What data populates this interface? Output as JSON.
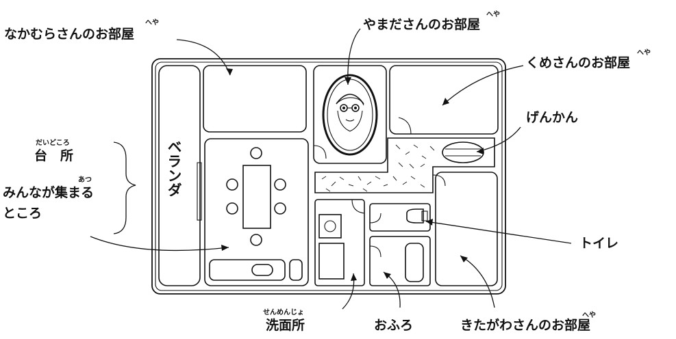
{
  "labels": {
    "nakamura": "なかむらさんのお部屋",
    "yamada": "やまださんのお部屋",
    "kume": "くめさんのお部屋",
    "genkan": "げんかん",
    "daidokoro": "台　所",
    "daidokoro_ruby": "だいどころ",
    "minna_line1": "みんなが集まる",
    "minna_line2": "ところ",
    "atsu_ruby": "あつ",
    "veranda": "ベランダ",
    "toilet": "トイレ",
    "senmenjo": "洗面所",
    "senmenjo_ruby": "せんめんじょ",
    "ofuro": "おふろ",
    "kitagawa": "きたがわさんのお部屋",
    "heya_ruby": "へや"
  }
}
